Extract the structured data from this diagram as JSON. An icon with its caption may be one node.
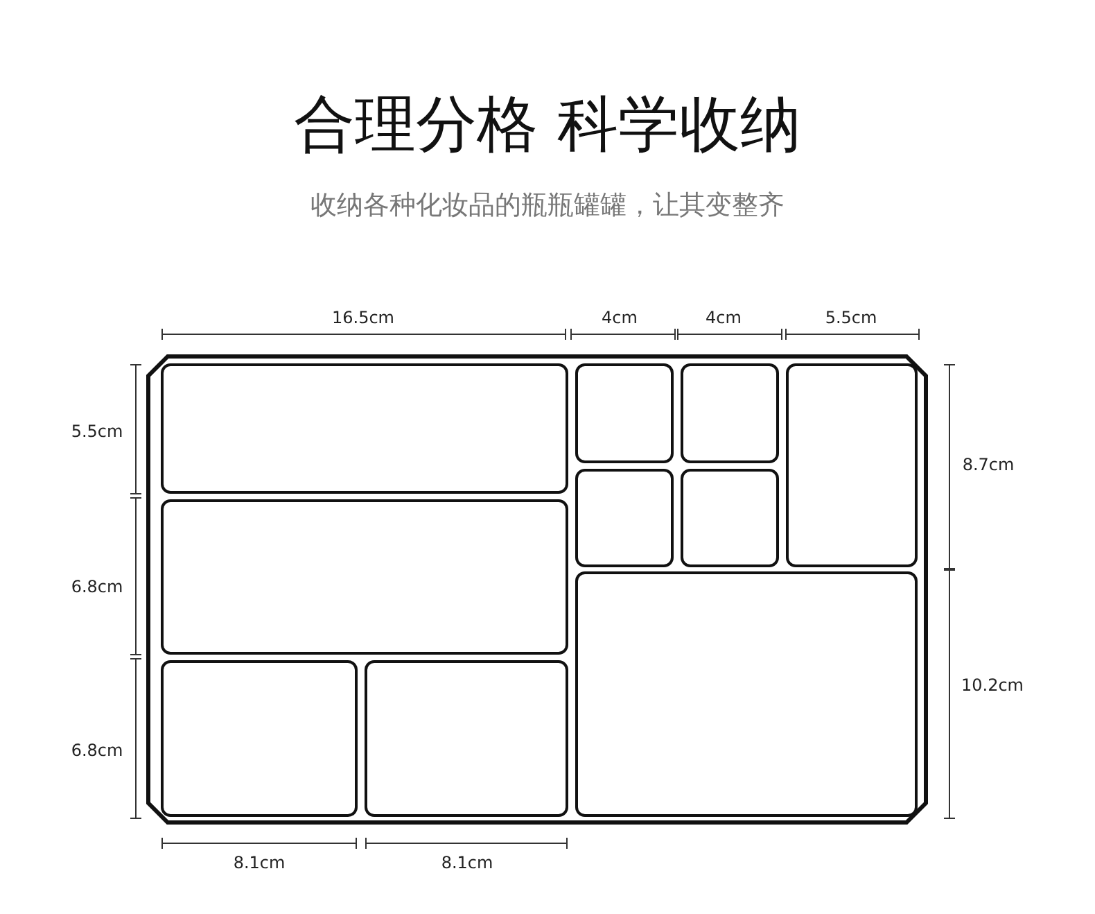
{
  "diagram": {
    "title": "合理分格 科学收纳",
    "labels": [
      "收纳各种化妆品的瓶瓶罐罐，让其变整齐",
      "16.5cm",
      "4cm",
      "4cm",
      "5.5cm",
      "5.5cm",
      "8.7cm",
      "6.8cm",
      "10.2cm",
      "6.8cm",
      "8.1cm",
      "8.1cm"
    ]
  }
}
